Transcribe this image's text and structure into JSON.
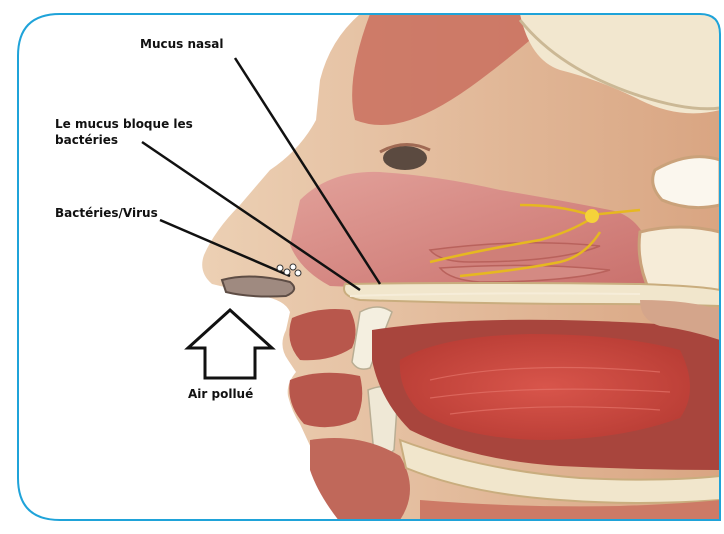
{
  "labels": {
    "mucus_nasal": "Mucus nasal",
    "mucus_blocks_line1": "Le mucus bloque les",
    "mucus_blocks_line2": "bactéries",
    "bacteria_virus": "Bactéries/Virus",
    "polluted_air": "Air pollué"
  },
  "colors": {
    "frame_border": "#1fa3d9",
    "skin": "#e4b896",
    "muscle": "#c25a55",
    "nasal_cavity": "#d98b86",
    "tongue": "#c9483f",
    "bone": "#f1e6cc",
    "nerve": "#e6b820",
    "pointer": "#111111"
  },
  "icons": {
    "arrow": "up-arrow-icon"
  }
}
